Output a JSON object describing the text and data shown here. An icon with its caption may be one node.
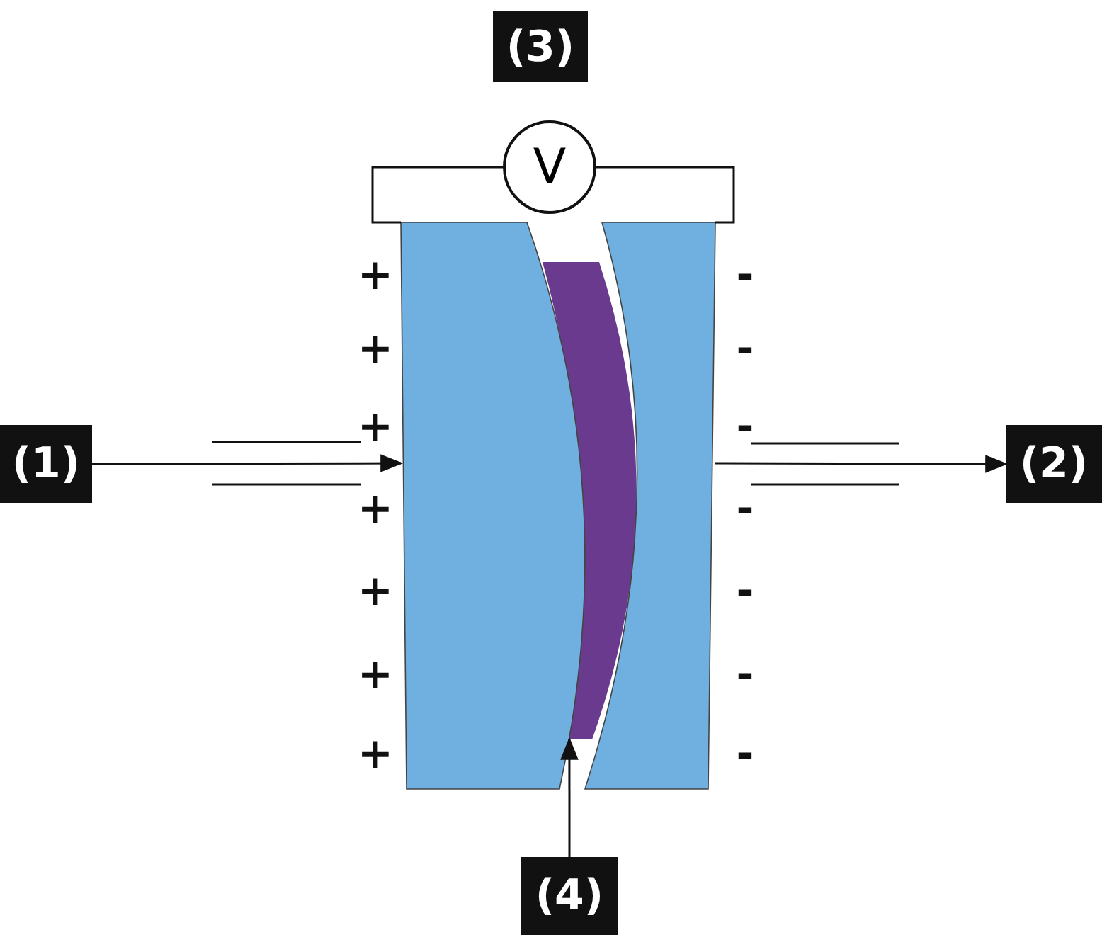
{
  "diagram": {
    "nodes": [
      {
        "text": [
          "(1)"
        ]
      },
      {
        "text": [
          "(2)"
        ]
      },
      {
        "text": [
          "(4)"
        ]
      },
      {
        "text": [
          "V"
        ]
      },
      {
        "text": [],
        "shape": "box"
      },
      {
        "text": [],
        "shape": "band"
      },
      {
        "text": [],
        "shape": "box"
      },
      {
        "text": [
          "(3)"
        ]
      }
    ],
    "edges": [
      {
        "from": 0,
        "to": 4,
        "arrow": "to"
      },
      {
        "from": 6,
        "to": 1,
        "arrow": "to"
      },
      {
        "from": 4,
        "to": 3,
        "arrow": "none"
      },
      {
        "from": 3,
        "to": 6,
        "arrow": "none"
      },
      {
        "from": 2,
        "to": 5,
        "arrow": "to"
      }
    ],
    "labels": [
      "+",
      "-",
      "+",
      "-",
      "+",
      "-",
      "+",
      "-",
      "+",
      "-",
      "+",
      "-",
      "+",
      "-"
    ]
  }
}
